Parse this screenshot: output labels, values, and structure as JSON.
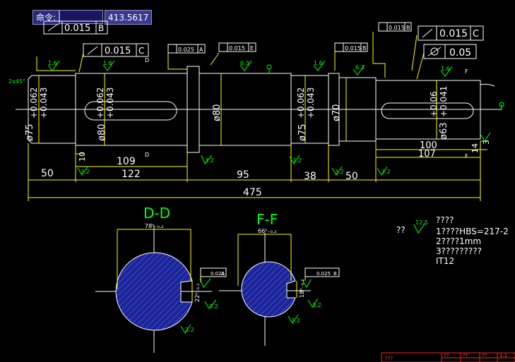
{
  "command": {
    "label": "命令:",
    "value": "",
    "coordinate": "413.5617"
  },
  "tolerances": {
    "runout": "0.015",
    "datum_b": "B",
    "datum_c": "C",
    "datum_e": "E",
    "sym": "0.025",
    "datum_a": "A",
    "cyl": "0.05"
  },
  "roughness": {
    "r16": "1.6",
    "r63": "6.3",
    "r32": "3.2",
    "r125": "12.5",
    "r24": "2x45°"
  },
  "dims": {
    "d1_top": "+0.062",
    "d1_bot": "+0.043",
    "d1_dia": "ø75",
    "d2_top": "+0.062",
    "d2_bot": "+0.043",
    "d2_dia": "ø80",
    "d3_dia": "ø80",
    "d4_top": "+0.062",
    "d4_bot": "+0.043",
    "d4_dia": "ø75",
    "d5_dia": "ø70",
    "d6_top": "+0.06",
    "d6_bot": "+0.041",
    "d6_dia": "ø63",
    "l50a": "50",
    "l122": "122",
    "l109": "109",
    "l10": "10",
    "l95": "95",
    "l38": "38",
    "l50b": "50",
    "l100": "100",
    "l107": "107",
    "l475": "475",
    "l14": "14",
    "l3": "3",
    "sec_dd_w": "78⁰₋₀.₂",
    "sec_ff_w": "66⁰₋₀.₂",
    "sec_dd_k": "22⁰₋₀.₂",
    "sec_ff_k": "18⁰₋₀.₂"
  },
  "section_labels": {
    "dd": "D-D",
    "ff": "F-F",
    "d": "D",
    "f": "F"
  },
  "notes": {
    "title": "????",
    "line1": "1????HBS=217-2",
    "line2": "2????1mm",
    "line3": "3?????????",
    "line4": "IT12",
    "prefix": "??"
  },
  "titleblock": {
    "c1": "???",
    "c2": "??",
    "c3": "??",
    "c4": "??",
    "c5": "1:1"
  }
}
